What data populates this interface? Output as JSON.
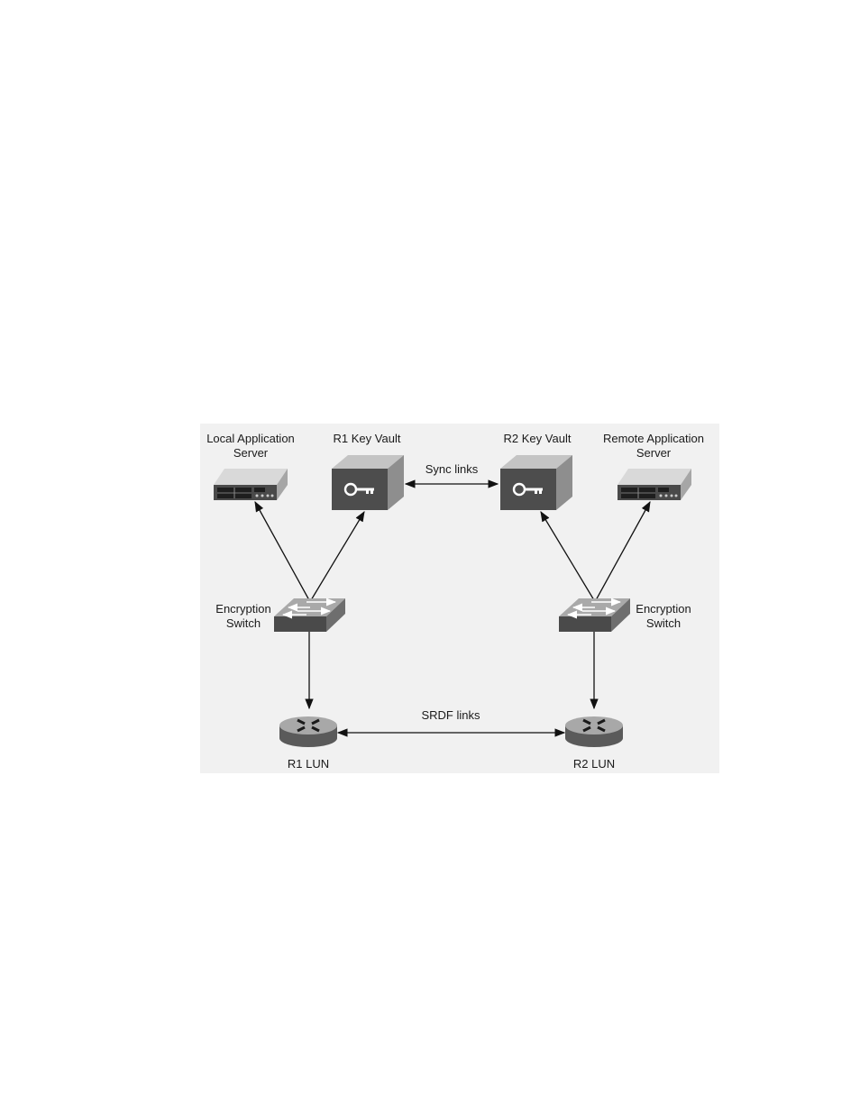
{
  "nodes": {
    "local_server": {
      "label_line1": "Local Application",
      "label_line2": "Server"
    },
    "r1_vault": {
      "label": "R1 Key Vault"
    },
    "r2_vault": {
      "label": "R2 Key Vault"
    },
    "remote_server": {
      "label_line1": "Remote Application",
      "label_line2": "Server"
    },
    "enc_switch_left": {
      "label_line1": "Encryption",
      "label_line2": "Switch"
    },
    "enc_switch_right": {
      "label_line1": "Encryption",
      "label_line2": "Switch"
    },
    "r1_lun": {
      "label": "R1 LUN"
    },
    "r2_lun": {
      "label": "R2 LUN"
    }
  },
  "links": {
    "sync": "Sync links",
    "srdf": "SRDF links"
  }
}
